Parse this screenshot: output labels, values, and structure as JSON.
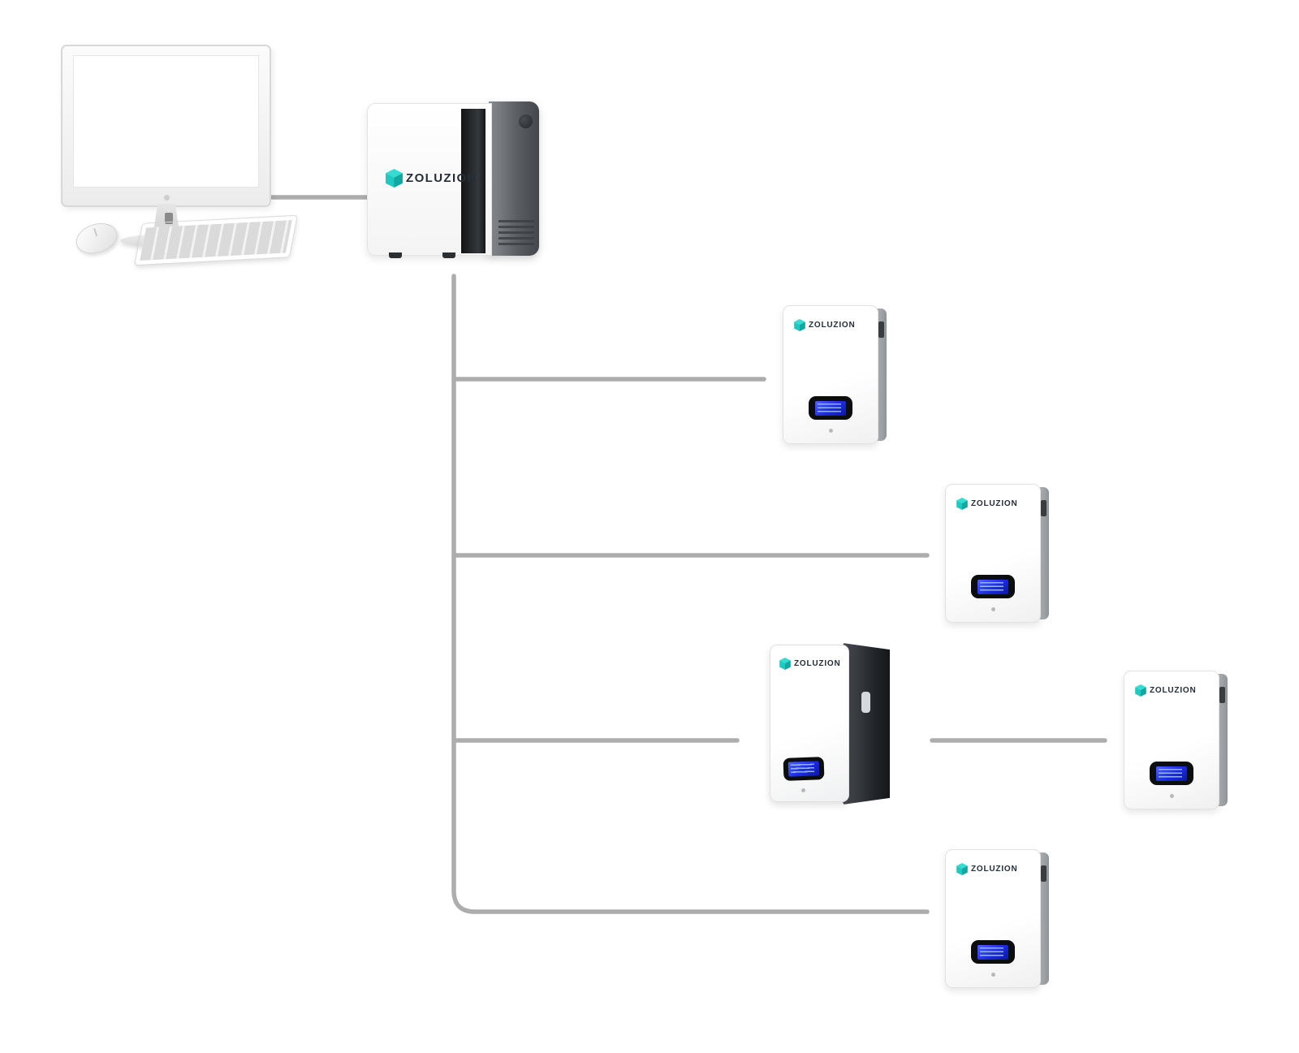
{
  "brand": {
    "name": "ZOLUZION"
  },
  "colors": {
    "accent_teal": "#1FC9C1",
    "logo_text": "#242E38",
    "cable_gray": "#ADADAD",
    "lcd_blue": "#1B2AE0"
  },
  "devices": {
    "computer": {
      "name": "monitoring-pc"
    },
    "inverter": {
      "label": "ZOLUZION"
    },
    "battery_1": {
      "label": "ZOLUZION"
    },
    "battery_2": {
      "label": "ZOLUZION"
    },
    "battery_3": {
      "label": "ZOLUZION"
    },
    "battery_4": {
      "label": "ZOLUZION"
    },
    "battery_5": {
      "label": "ZOLUZION"
    }
  }
}
